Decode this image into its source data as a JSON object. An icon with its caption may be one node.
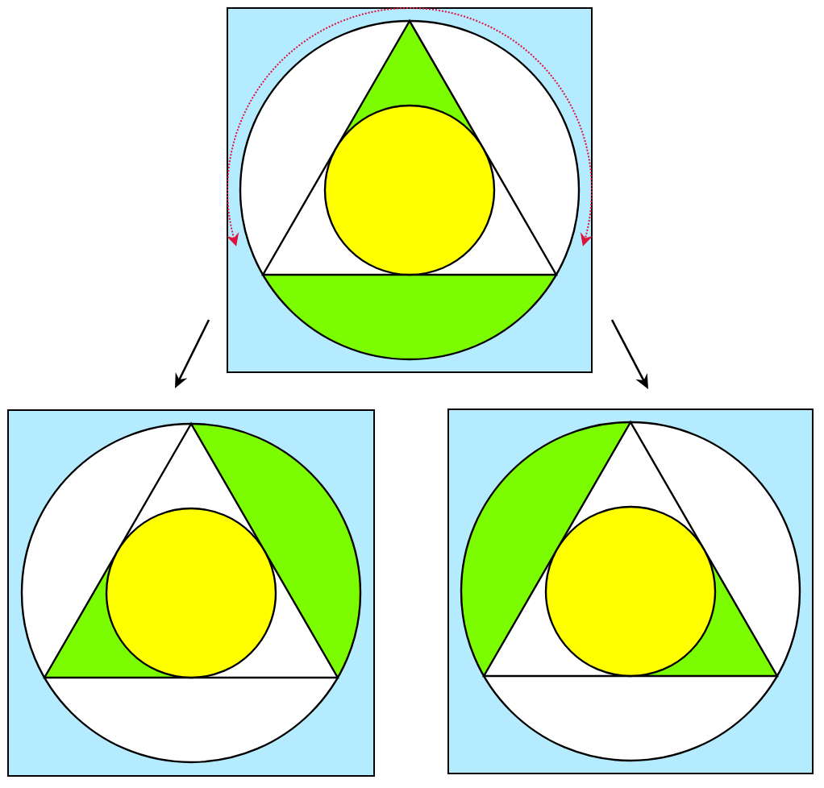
{
  "diagram": {
    "nodes": [
      {
        "text": [],
        "shape": "box"
      },
      {
        "text": [],
        "shape": "box"
      },
      {
        "text": [],
        "shape": "box"
      }
    ],
    "edges": [
      {
        "from": 0,
        "to": 1,
        "arrow": "to"
      },
      {
        "from": 0,
        "to": 2,
        "arrow": "to"
      }
    ]
  }
}
